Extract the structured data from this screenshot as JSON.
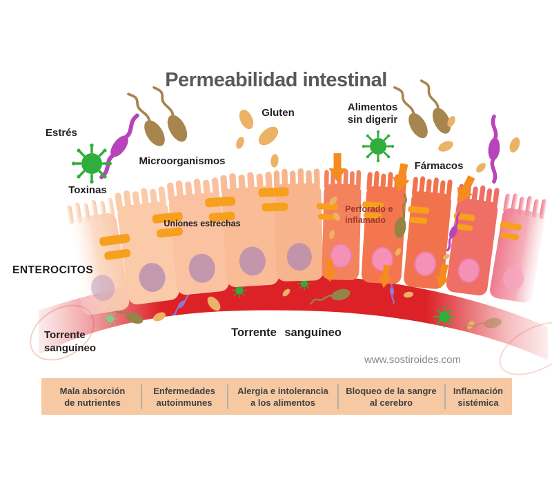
{
  "title": "Permeabilidad intestinal",
  "labels": {
    "estres": "Estrés",
    "toxinas": "Toxinas",
    "microorganismos": "Microorganismos",
    "gluten": "Gluten",
    "alimentos_1": "Alimentos",
    "alimentos_2": "sin digerir",
    "farmacos": "Fármacos",
    "enterocitos": "ENTEROCITOS",
    "uniones": "Uniones estrechas",
    "perforado_1": "Perforado e",
    "perforado_2": "inflamado",
    "torrente_left_1": "Torrente",
    "torrente_left_2": "sanguíneo",
    "torrente_center": "Torrente sanguíneo",
    "website": "www.sostiroides.com"
  },
  "consequences": [
    {
      "line1": "Mala absorción",
      "line2": "de nutrientes"
    },
    {
      "line1": "Enfermedades",
      "line2": "autoinmunes"
    },
    {
      "line1": "Alergia e intolerancia",
      "line2": "a los alimentos"
    },
    {
      "line1": "Bloqueo de la sangre",
      "line2": "al cerebro"
    },
    {
      "line1": "Inflamación",
      "line2": "sistémica"
    }
  ],
  "colors": {
    "title_gray": "#58595b",
    "text_black": "#221e1f",
    "perforado_maroon": "#9e3a2b",
    "website_gray": "#85878a",
    "blood_red": "#dc2127",
    "arrow_orange": "#f68b1f",
    "junction_orange": "#f7a01d",
    "healthy_cell_peach": "#f9c09e",
    "inflamed_cell_orange": "#f2754e",
    "pink_cell": "#ef8095",
    "nucleus_mauve": "#b58cb0",
    "nucleus_pink": "#f590b6",
    "virus_green": "#2fae3c",
    "light_green": "#7cd189",
    "bacteria_brown": "#a7854e",
    "bacteria_olive": "#958445",
    "worm_magenta": "#b844bc",
    "worm_violet": "#8f7ad0",
    "gluten_tan": "#ecb266",
    "bar_peach": "#f6c9a3",
    "bar_text": "#414042"
  }
}
